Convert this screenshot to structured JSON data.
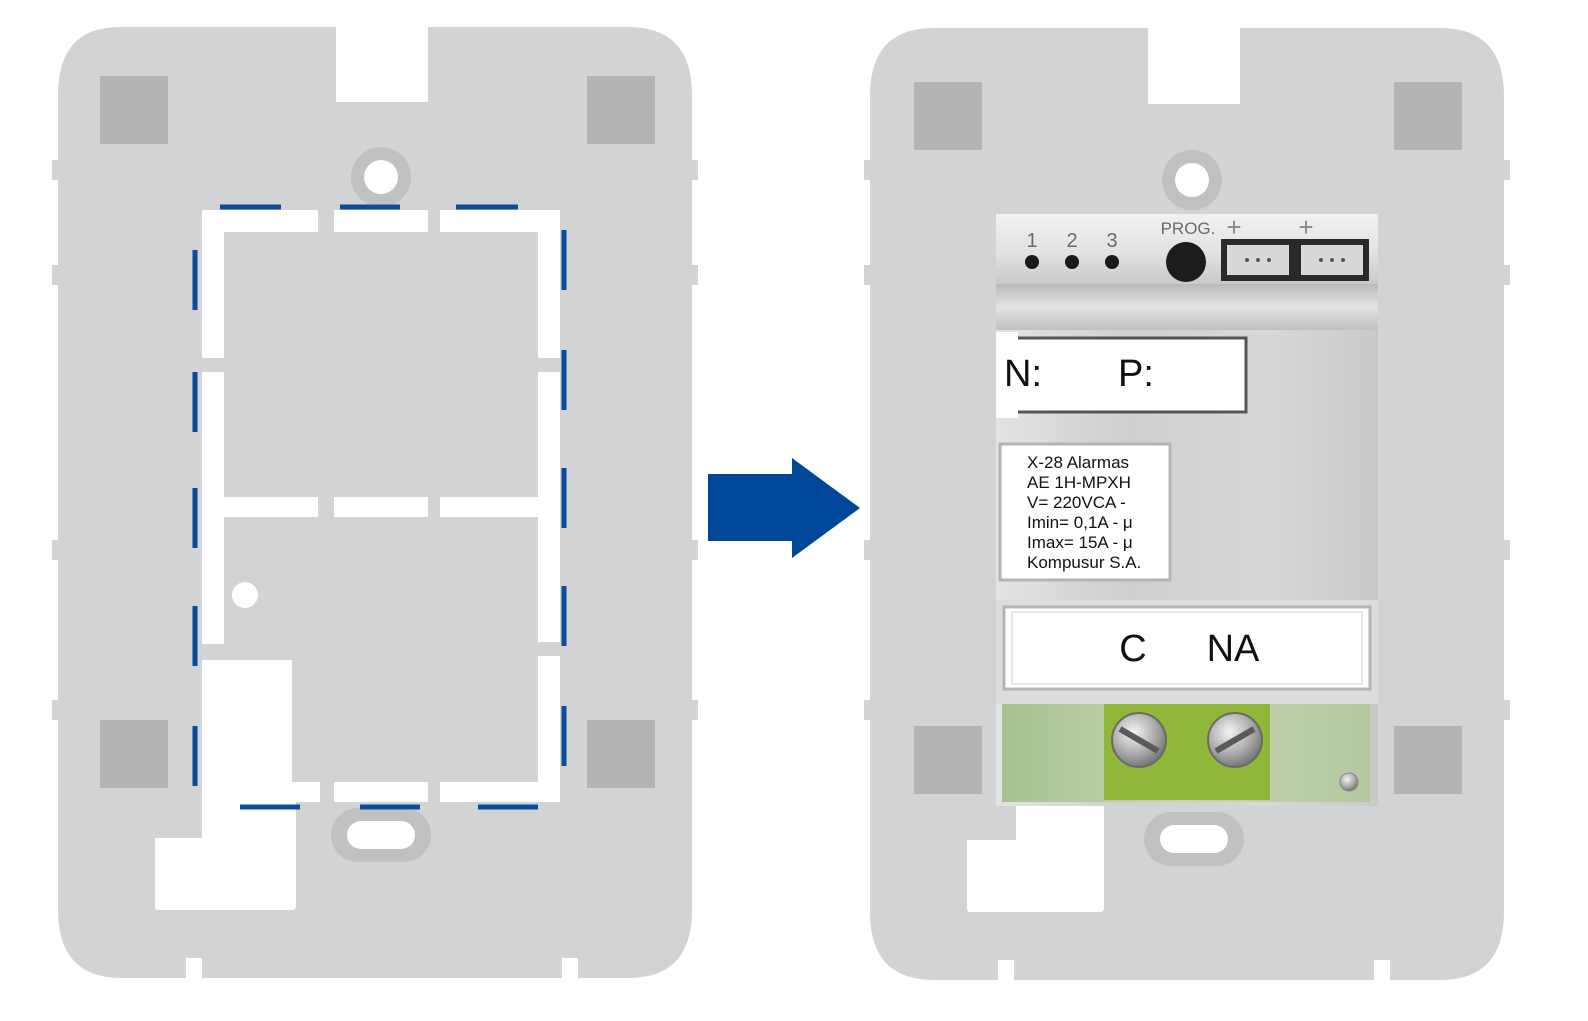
{
  "colors": {
    "plate": "#d2d3d4",
    "plate_shadow": "#c4c5c6",
    "pad": "#b3b4b5",
    "frame": "#ffffff",
    "dash_blue": "#0c4a9a",
    "arrow_blue": "#00479a",
    "module_light": "#e9e9ea",
    "module_mid": "#cfd0d1",
    "terminal_green": "#b6cc9e",
    "screw_block": "#8fb83a",
    "label_border": "#555555",
    "text_dark": "#111111",
    "text_gray": "#6b6b6b"
  },
  "left_diagram": {
    "name": "Mounting plate with frame cut-out (before)"
  },
  "arrow": {
    "icon": "right-arrow-icon"
  },
  "right_diagram": {
    "indicators": {
      "led_1_label": "1",
      "led_2_label": "2",
      "led_3_label": "3"
    },
    "prog_label": "PROG.",
    "connector_plus_1": "+",
    "connector_plus_2": "+",
    "np_label": {
      "n": "N:",
      "p": "P:"
    },
    "spec_lines": [
      "X-28 Alarmas",
      "AE 1H-MPXH",
      "V= 220VCA  -",
      "Imin= 0,1A - μ",
      "Imax= 15A - μ",
      "Kompusur S.A."
    ],
    "terminal_label": {
      "c": "C",
      "na": "NA"
    }
  }
}
